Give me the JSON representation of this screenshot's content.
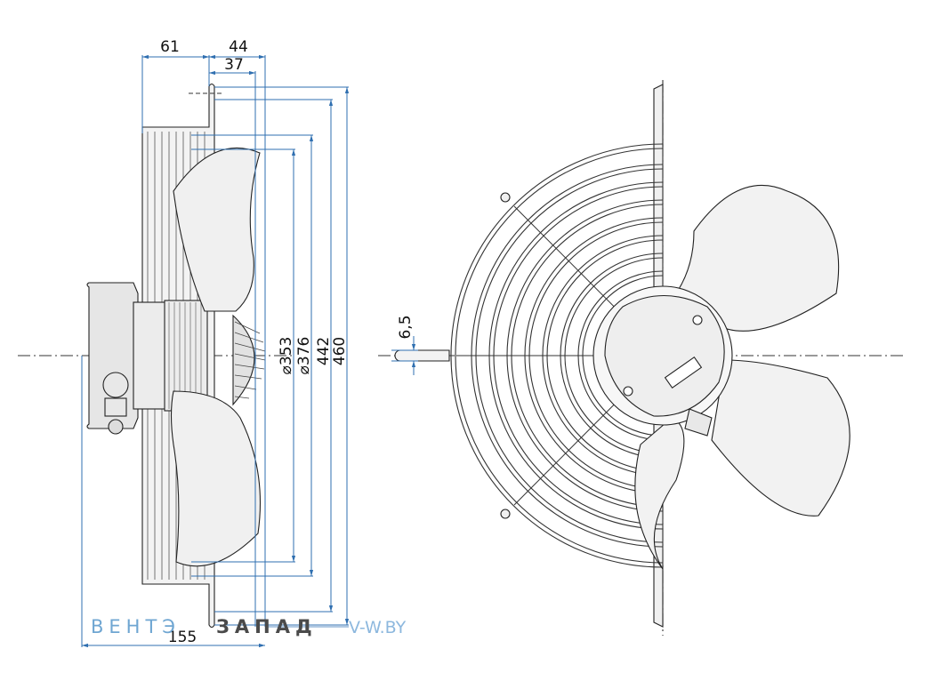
{
  "dimensions": {
    "d61": "61",
    "d44": "44",
    "d37": "37",
    "d155": "155",
    "d6_5": "6,5",
    "d353": "353",
    "d376": "376",
    "d442": "442",
    "d460": "460",
    "diameter_symbol": "⌀"
  },
  "watermark": {
    "part1": "ВЕНТЭ",
    "part2": "ЗАПАД",
    "url": "V-W.BY"
  },
  "colors": {
    "dimension_line": "#2f6fb0",
    "outline": "#222222",
    "fill": "#efefef",
    "watermark_blue": "#6fa6d2"
  }
}
